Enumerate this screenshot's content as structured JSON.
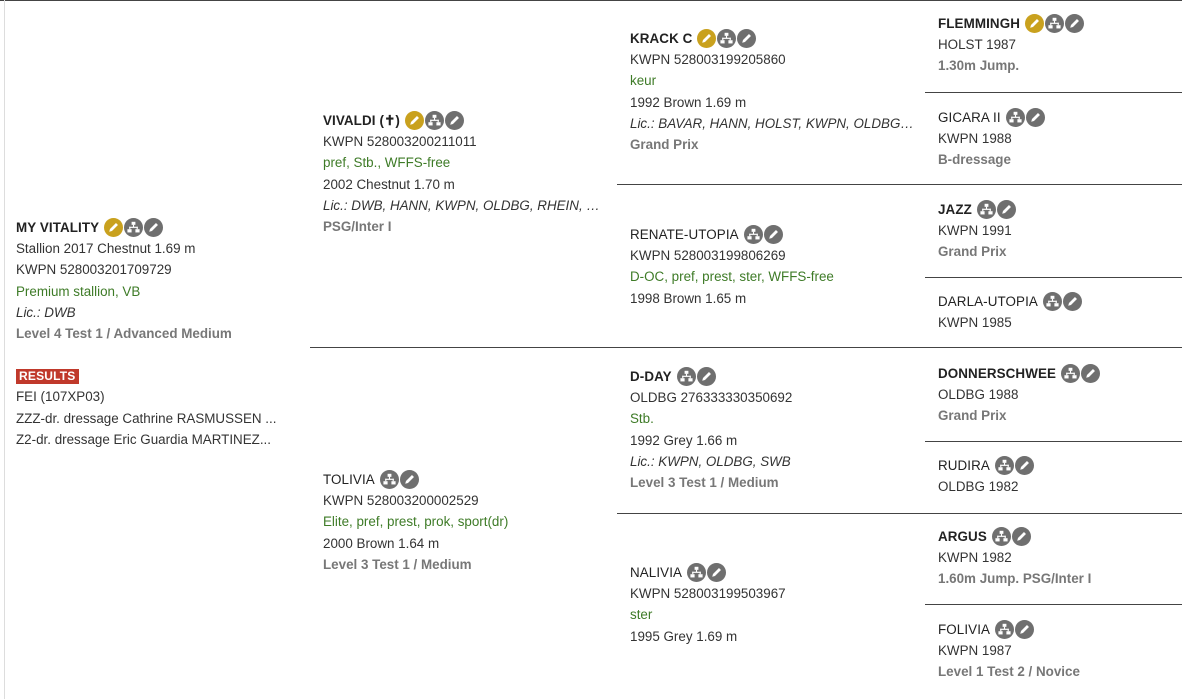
{
  "subject": {
    "name": "MY VITALITY",
    "icons": [
      "pencil-gold-icon",
      "pedigree-icon",
      "edit-icon"
    ],
    "lines": [
      {
        "text": "Stallion 2017 Chestnut 1.69 m",
        "style": "normal"
      },
      {
        "text": "KWPN 528003201709729",
        "style": "normal"
      },
      {
        "text": "Premium stallion, VB",
        "style": "green"
      },
      {
        "text": "Lic.: DWB",
        "style": "italic"
      },
      {
        "text": "Level 4 Test 1 / Advanced Medium",
        "style": "bold-gray"
      }
    ],
    "results": {
      "badge": "RESULTS",
      "lines": [
        "FEI (107XP03)",
        "ZZZ-dr. dressage Cathrine RASMUSSEN ...",
        "Z2-dr. dressage Eric Guardia MARTINEZ..."
      ]
    }
  },
  "generation1": [
    {
      "id": "sire",
      "name": "VIVALDI",
      "suffix": "(✝)",
      "bold": true,
      "icons": [
        "pencil-gold-icon",
        "pedigree-icon",
        "edit-icon"
      ],
      "lines": [
        {
          "text": "KWPN 528003200211011",
          "style": "normal"
        },
        {
          "text": "pref, Stb., WFFS-free",
          "style": "green"
        },
        {
          "text": "2002 Chestnut 1.70 m",
          "style": "normal"
        },
        {
          "text": "Lic.: DWB, HANN, KWPN, OLDBG, RHEIN, S...",
          "style": "italic"
        },
        {
          "text": "PSG/Inter I",
          "style": "bold-gray"
        }
      ]
    },
    {
      "id": "dam",
      "name": "TOLIVIA",
      "suffix": "",
      "bold": false,
      "icons": [
        "pedigree-icon",
        "edit-icon"
      ],
      "lines": [
        {
          "text": "KWPN 528003200002529",
          "style": "normal"
        },
        {
          "text": "Elite, pref, prest, prok, sport(dr)",
          "style": "green"
        },
        {
          "text": "2000 Brown 1.64 m",
          "style": "normal"
        },
        {
          "text": "Level 3 Test 1 / Medium",
          "style": "bold-gray"
        }
      ]
    }
  ],
  "generation2": [
    {
      "id": "ss",
      "name": "KRACK C",
      "bold": true,
      "icons": [
        "pencil-gold-icon",
        "pedigree-icon",
        "edit-icon"
      ],
      "lines": [
        {
          "text": "KWPN 528003199205860",
          "style": "normal"
        },
        {
          "text": "keur",
          "style": "green"
        },
        {
          "text": "1992 Brown 1.69 m",
          "style": "normal"
        },
        {
          "text": "Lic.: BAVAR, HANN, HOLST, KWPN, OLDBG,...",
          "style": "italic"
        },
        {
          "text": "Grand Prix",
          "style": "bold-gray"
        }
      ]
    },
    {
      "id": "sd",
      "name": "RENATE-UTOPIA",
      "bold": false,
      "icons": [
        "pedigree-icon",
        "edit-icon"
      ],
      "lines": [
        {
          "text": "KWPN 528003199806269",
          "style": "normal"
        },
        {
          "text": "D-OC, pref, prest, ster, WFFS-free",
          "style": "green"
        },
        {
          "text": "1998 Brown 1.65 m",
          "style": "normal"
        }
      ]
    },
    {
      "id": "ds",
      "name": "D-DAY",
      "bold": true,
      "icons": [
        "pedigree-icon",
        "edit-icon"
      ],
      "lines": [
        {
          "text": "OLDBG 276333330350692",
          "style": "normal"
        },
        {
          "text": "Stb.",
          "style": "green"
        },
        {
          "text": "1992 Grey 1.66 m",
          "style": "normal"
        },
        {
          "text": "Lic.: KWPN, OLDBG, SWB",
          "style": "italic"
        },
        {
          "text": "Level 3 Test 1 / Medium",
          "style": "bold-gray"
        }
      ]
    },
    {
      "id": "dd",
      "name": "NALIVIA",
      "bold": false,
      "icons": [
        "pedigree-icon",
        "edit-icon"
      ],
      "lines": [
        {
          "text": "KWPN 528003199503967",
          "style": "normal"
        },
        {
          "text": "ster",
          "style": "green"
        },
        {
          "text": "1995 Grey 1.69 m",
          "style": "normal"
        }
      ]
    }
  ],
  "generation3": [
    {
      "name": "FLEMMINGH",
      "bold": true,
      "icons": [
        "pencil-gold-icon",
        "pedigree-icon",
        "edit-icon"
      ],
      "lines": [
        {
          "text": "HOLST 1987",
          "style": "normal"
        },
        {
          "text": "1.30m Jump.",
          "style": "bold-gray"
        }
      ]
    },
    {
      "name": "GICARA II",
      "bold": false,
      "icons": [
        "pedigree-icon",
        "edit-icon"
      ],
      "lines": [
        {
          "text": "KWPN 1988",
          "style": "normal"
        },
        {
          "text": "B-dressage",
          "style": "bold-gray"
        }
      ]
    },
    {
      "name": "JAZZ",
      "bold": true,
      "icons": [
        "pedigree-icon",
        "edit-icon"
      ],
      "lines": [
        {
          "text": "KWPN 1991",
          "style": "normal"
        },
        {
          "text": "Grand Prix",
          "style": "bold-gray"
        }
      ]
    },
    {
      "name": "DARLA-UTOPIA",
      "bold": false,
      "icons": [
        "pedigree-icon",
        "edit-icon"
      ],
      "lines": [
        {
          "text": "KWPN 1985",
          "style": "normal"
        }
      ]
    },
    {
      "name": "DONNERSCHWEE",
      "bold": true,
      "icons": [
        "pedigree-icon",
        "edit-icon"
      ],
      "lines": [
        {
          "text": "OLDBG 1988",
          "style": "normal"
        },
        {
          "text": "Grand Prix",
          "style": "bold-gray"
        }
      ]
    },
    {
      "name": "RUDIRA",
      "bold": false,
      "icons": [
        "pedigree-icon",
        "edit-icon"
      ],
      "lines": [
        {
          "text": "OLDBG 1982",
          "style": "normal"
        }
      ]
    },
    {
      "name": "ARGUS",
      "bold": true,
      "icons": [
        "pedigree-icon",
        "edit-icon"
      ],
      "lines": [
        {
          "text": "KWPN 1982",
          "style": "normal"
        },
        {
          "text": "1.60m Jump. PSG/Inter I",
          "style": "bold-gray"
        }
      ]
    },
    {
      "name": "FOLIVIA",
      "bold": false,
      "icons": [
        "pedigree-icon",
        "edit-icon"
      ],
      "lines": [
        {
          "text": "KWPN 1987",
          "style": "normal"
        },
        {
          "text": "Level 1 Test 2 / Novice",
          "style": "bold-gray"
        }
      ]
    }
  ],
  "colors": {
    "green_text": "#3e7b27",
    "gray_bold_text": "#777777",
    "icon_gold": "#c9a11e",
    "icon_gray": "#6f6f6f",
    "results_badge": "#c0392b"
  }
}
